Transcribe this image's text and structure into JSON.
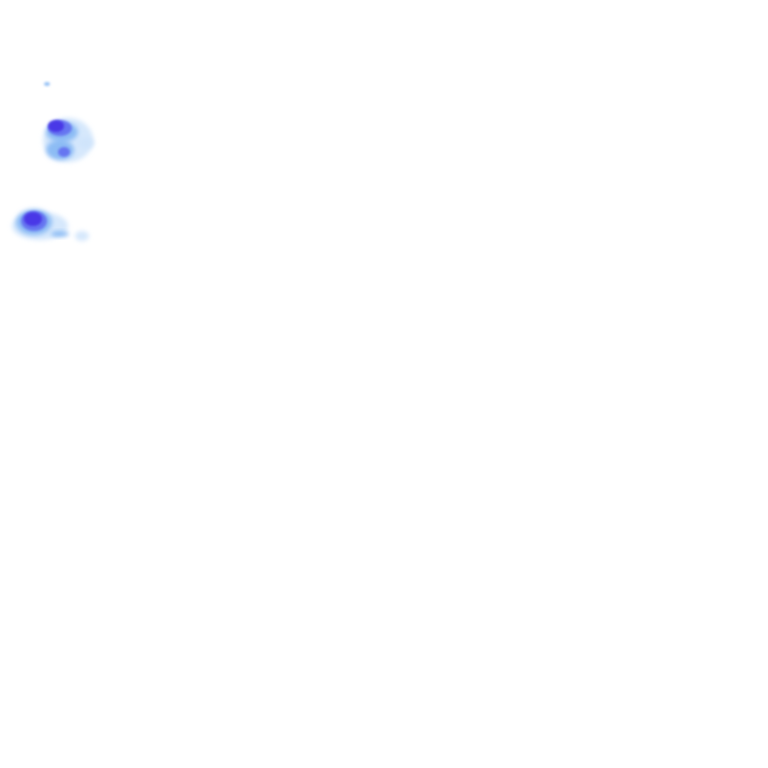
{
  "map": {
    "layer": "precipitation-radar-tile",
    "background_color": "#ffffff",
    "intensity_colors": {
      "light": "#cfe4fb",
      "moderate": "#7ab2f2",
      "heavy": "#5f6af0",
      "intense": "#4631e6"
    },
    "echo_cells": [
      {
        "id": "upper-cell",
        "peak_intensity": "intense"
      },
      {
        "id": "lower-cell",
        "peak_intensity": "intense"
      }
    ]
  }
}
